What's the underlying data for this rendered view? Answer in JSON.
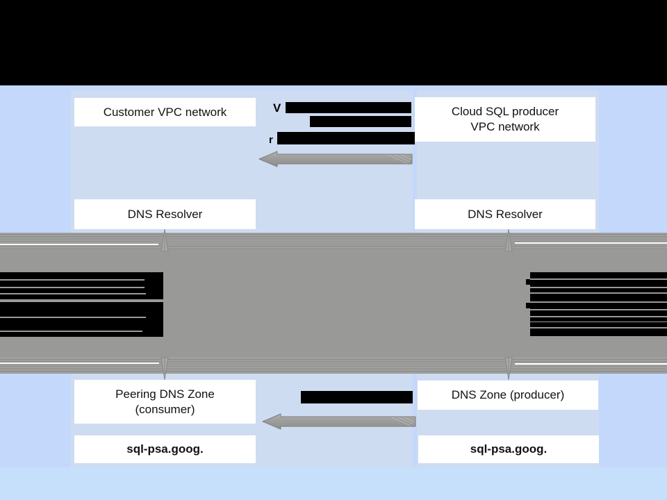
{
  "colors": {
    "header_bar": "#000000",
    "base_blue": "#c3d8fa",
    "panel_blue": "#cedcf2",
    "bottom_strip_blue": "#c6e0fb",
    "band_gray": "#999998",
    "arrow_gray": "#9c9c9b",
    "box_white": "#ffffff",
    "text": "#000000"
  },
  "labels": {
    "customer_vpc": "Customer VPC network",
    "producer_vpc": "Cloud SQL producer\nVPC network",
    "dns_resolver_left": "DNS Resolver",
    "dns_resolver_right": "DNS Resolver",
    "peering_zone": "Peering DNS Zone\n(consumer)",
    "producer_zone": "DNS Zone (producer)",
    "domain_left": "sql-psa.goog.",
    "domain_right": "sql-psa.goog."
  },
  "redacted_fragments": {
    "top_line1_prefix": "V",
    "top_line3_prefix": "r"
  }
}
